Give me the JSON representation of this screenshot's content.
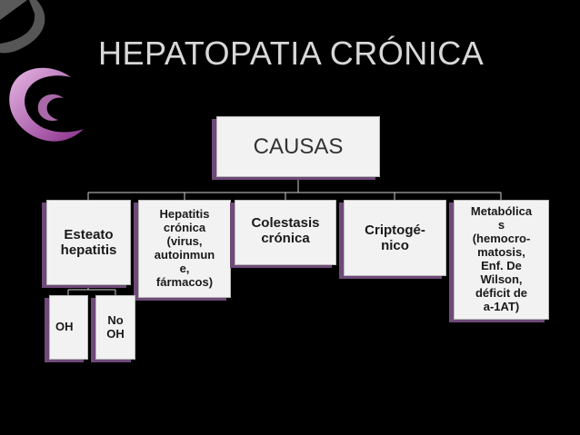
{
  "title": "HEPATOPATIA CRÓNICA",
  "colors": {
    "accent": "#a0489f",
    "box_fill": "#f2f2f2",
    "box_shadow": "#6e4a78",
    "background": "#000000"
  },
  "diagram": {
    "root": "CAUSAS",
    "children": [
      {
        "label": "Esteato\nhepatitis",
        "children": [
          "OH",
          "No\nOH"
        ]
      },
      {
        "label": "Hepatitis\ncrónica\n(virus,\nautoinmun\ne,\nfármacos)"
      },
      {
        "label": "Colestasis\ncrónica"
      },
      {
        "label": "Criptogé-\nnico"
      },
      {
        "label": "Metabólica\ns\n(hemocro-\nmatosis,\nEnf. De\nWilson,\ndéficit de\na-1AT)"
      }
    ]
  }
}
